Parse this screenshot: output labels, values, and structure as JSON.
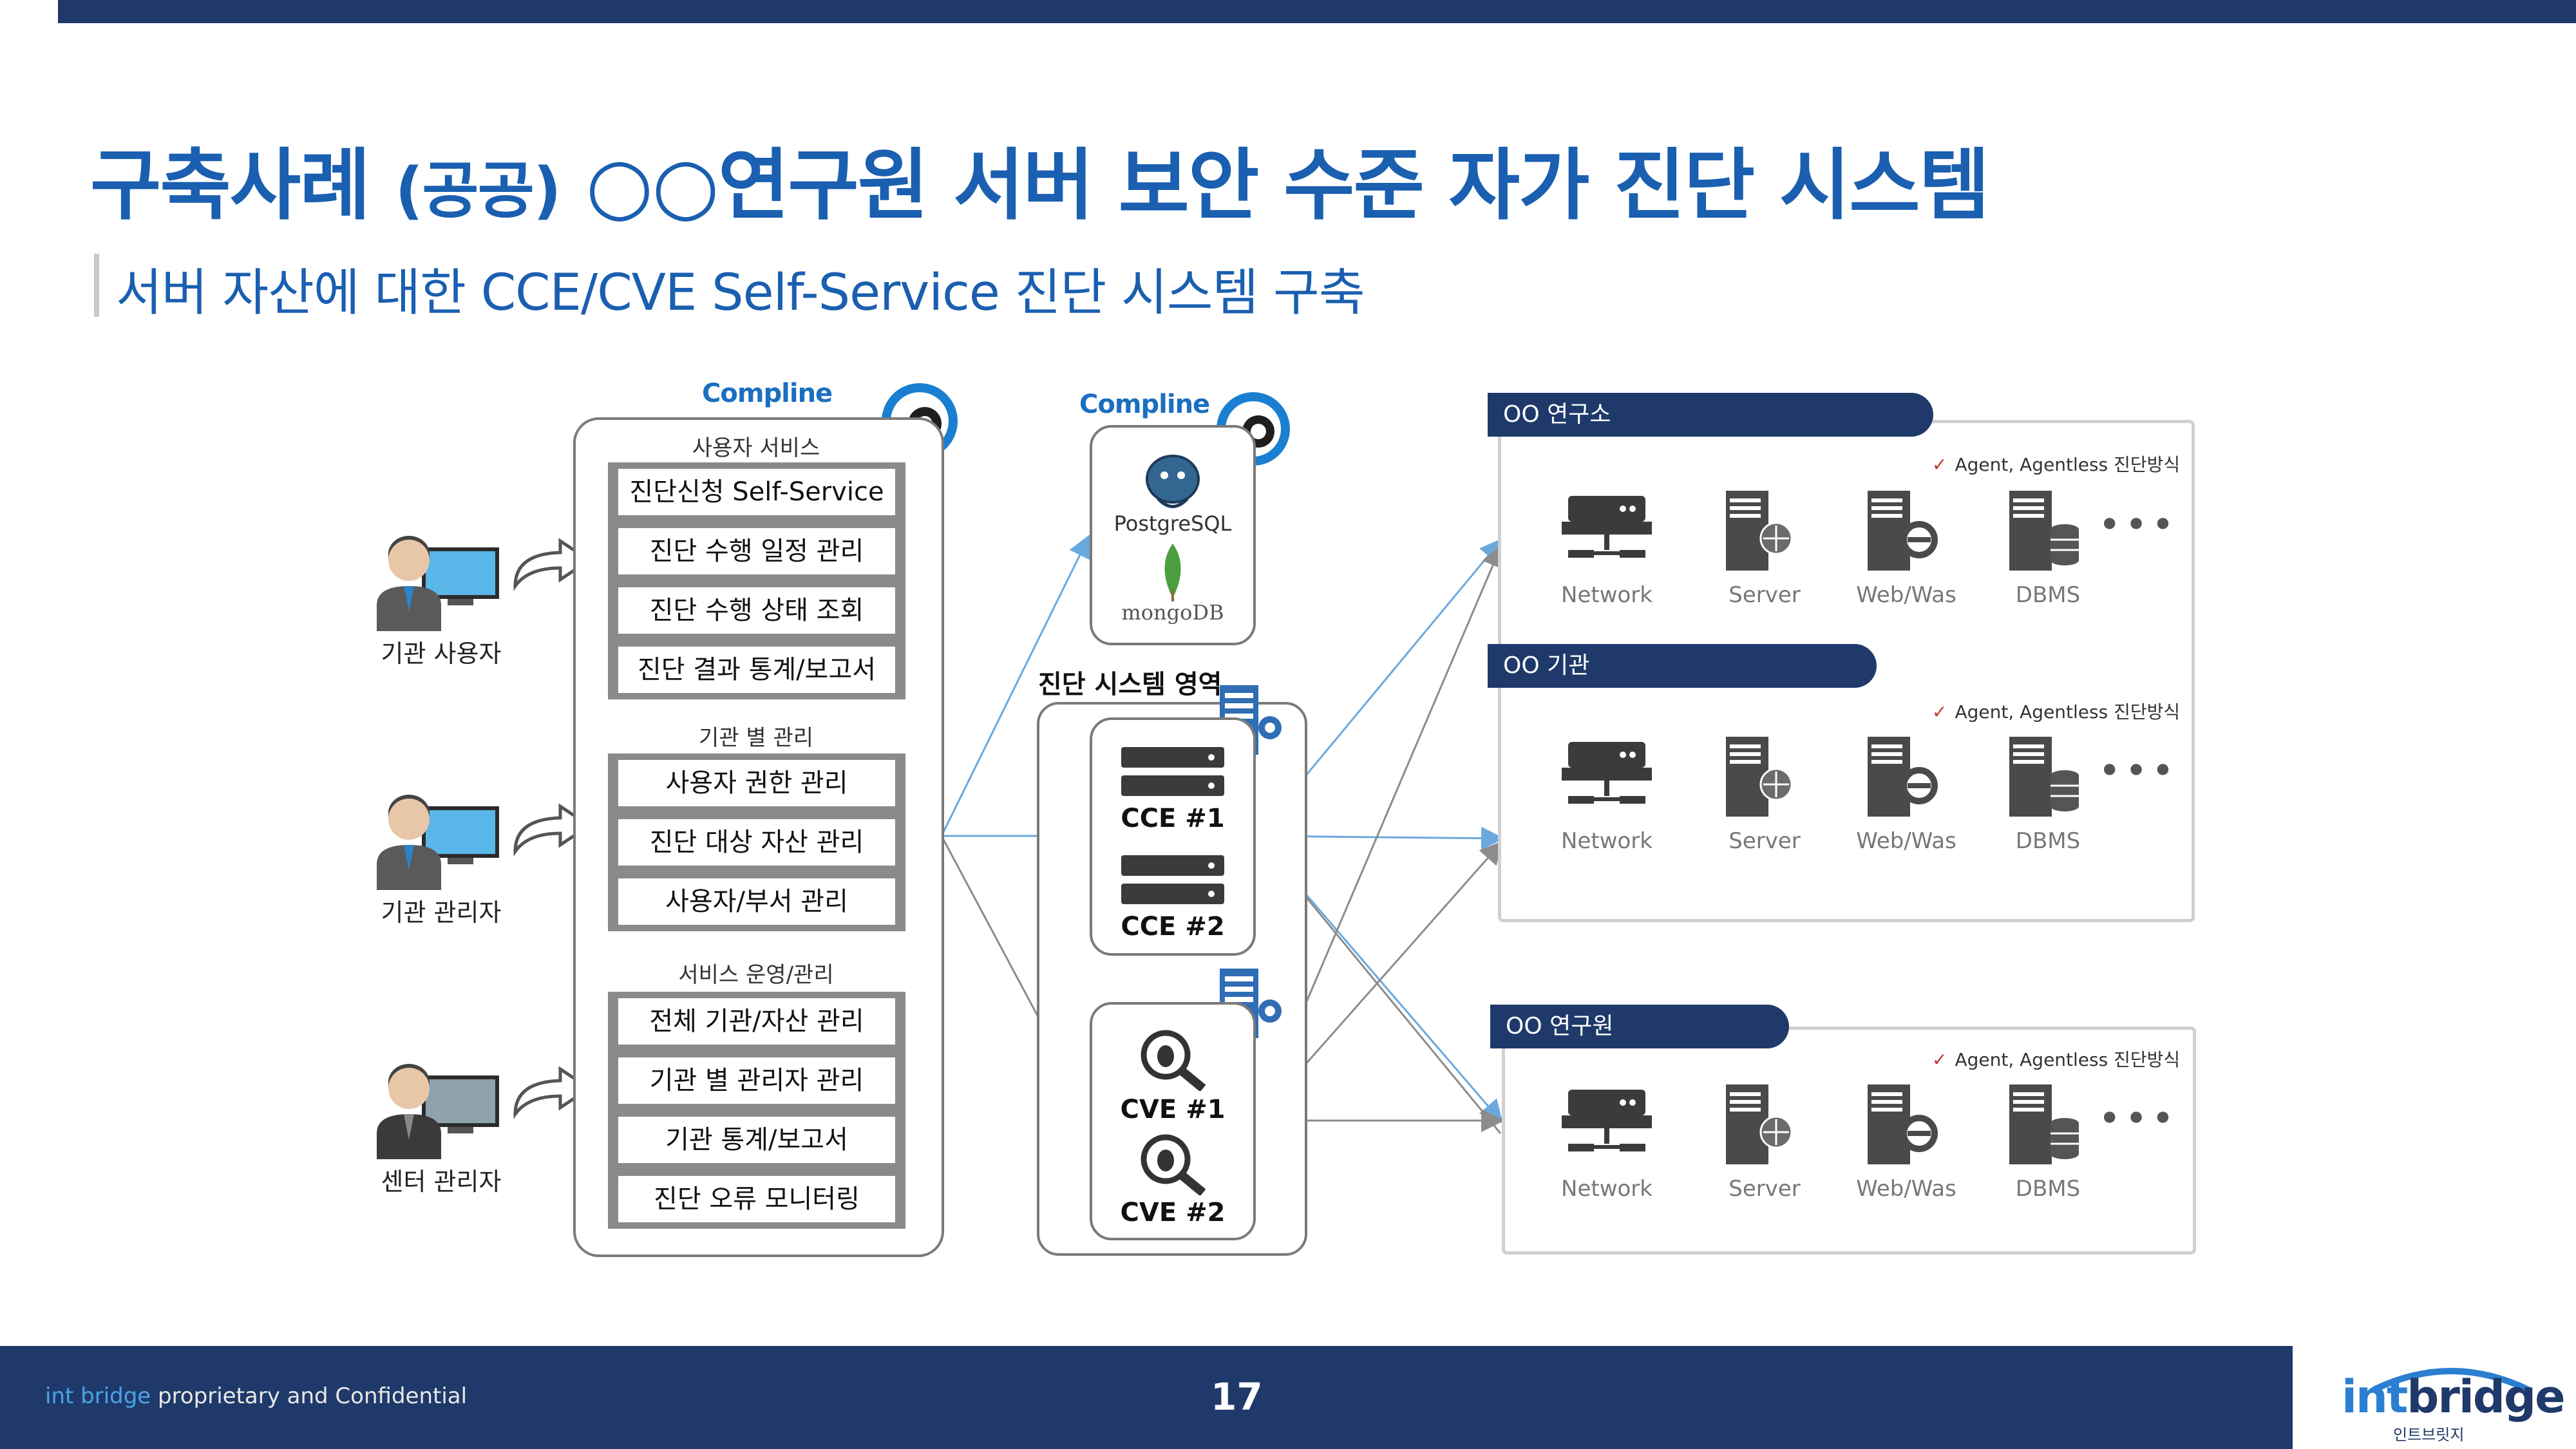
{
  "header": {
    "title_main": "구축사례",
    "title_paren": "(공공)",
    "title_rest": "○○연구원 서버 보안 수준 자가 진단 시스템",
    "subtitle": "서버 자산에 대한 CCE/CVE Self-Service 진단 시스템 구축"
  },
  "users": [
    {
      "label": "기관 사용자"
    },
    {
      "label": "기관 관리자"
    },
    {
      "label": "센터 관리자"
    }
  ],
  "compline": {
    "brand": "Compline",
    "groups": [
      {
        "title": "사용자 서비스",
        "items": [
          "진단신청 Self-Service",
          "진단 수행 일정 관리",
          "진단 수행 상태 조회",
          "진단 결과 통계/보고서"
        ]
      },
      {
        "title": "기관 별 관리",
        "items": [
          "사용자 권한 관리",
          "진단 대상 자산 관리",
          "사용자/부서 관리"
        ]
      },
      {
        "title": "서비스 운영/관리",
        "items": [
          "전체 기관/자산 관리",
          "기관 별 관리자 관리",
          "기관 통계/보고서",
          "진단 오류 모니터링"
        ]
      }
    ]
  },
  "db": {
    "brand": "Compline",
    "postgres": "PostgreSQL",
    "mongo": "mongoDB"
  },
  "zone": {
    "title": "진단 시스템 영역",
    "cce": [
      "CCE #1",
      "CCE #2"
    ],
    "cve": [
      "CVE #1",
      "CVE #2"
    ]
  },
  "sites": [
    {
      "name": "OO 연구소",
      "method": "Agent, Agentless 진단방식"
    },
    {
      "name": "OO 기관",
      "method": "Agent, Agentless 진단방식"
    },
    {
      "name": "OO 연구원",
      "method": "Agent, Agentless 진단방식"
    }
  ],
  "devices": [
    "Network",
    "Server",
    "Web/Was",
    "DBMS"
  ],
  "footer": {
    "brand": "int bridge",
    "confidential": "proprietary and Confidential",
    "page": "17",
    "logo": "intbridge",
    "logo_int": "int",
    "logo_bridge": "bridge",
    "logo_sub": "인트브릿지"
  },
  "colors": {
    "navy": "#1f3a6a",
    "title_blue": "#1a5fb0",
    "arrow_blue": "#6aa9de",
    "arrow_gray": "#8c8c8c"
  },
  "icons": [
    "user-icon",
    "monitor-icon",
    "arrow-icon",
    "compline-logo-icon",
    "postgres-icon",
    "mongodb-icon",
    "server-gear-icon",
    "cce-server-icon",
    "cve-bug-icon",
    "network-icon",
    "server-icon",
    "webwas-icon",
    "dbms-icon"
  ]
}
